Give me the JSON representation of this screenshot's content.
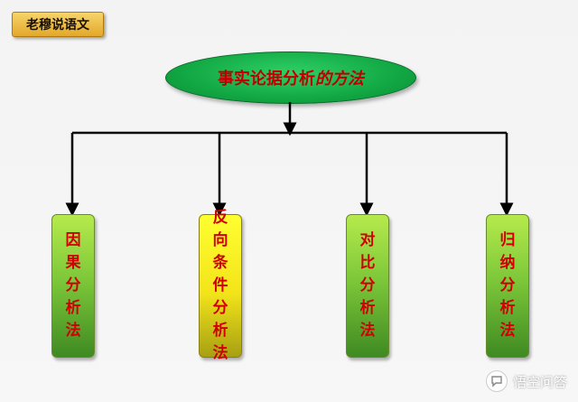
{
  "badge": {
    "label": "老穆说语文"
  },
  "root": {
    "text_bold": "事实论据分析",
    "text_italic": "的方法"
  },
  "children": [
    {
      "label": "因果分析法",
      "style": "green"
    },
    {
      "label": "反向条件分析法",
      "style": "yellow"
    },
    {
      "label": "对比分析法",
      "style": "green"
    },
    {
      "label": "归纳分析法",
      "style": "green"
    }
  ],
  "watermark": {
    "text": "悟空问答",
    "icon": "chat-bubble-icon"
  },
  "colors": {
    "accent_text": "#d00000",
    "box_green": "#7ec83a",
    "box_yellow": "#f3e41a",
    "ellipse": "#12a844",
    "badge": "#e2a92a"
  }
}
